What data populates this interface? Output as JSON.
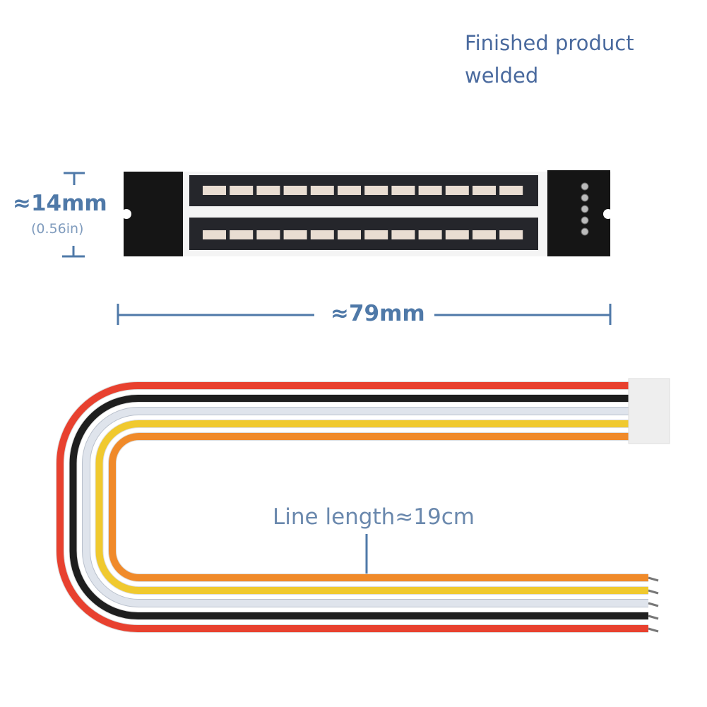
{
  "caption": {
    "line1": "Finished product",
    "line2": "welded"
  },
  "dimensions": {
    "height": "≈14mm",
    "height_in": "(0.56in)",
    "width": "≈79mm",
    "line_length": "Line length≈19cm"
  },
  "board": {
    "led_bars": 2,
    "segments_per_bar": 12,
    "pins": 5
  },
  "colors": {
    "annotation": "#4f79a8",
    "pcb": "#141414",
    "wires": [
      "#e8412f",
      "#1e1e1e",
      "#dfe4ec",
      "#f0c92e",
      "#f08a2a"
    ]
  }
}
